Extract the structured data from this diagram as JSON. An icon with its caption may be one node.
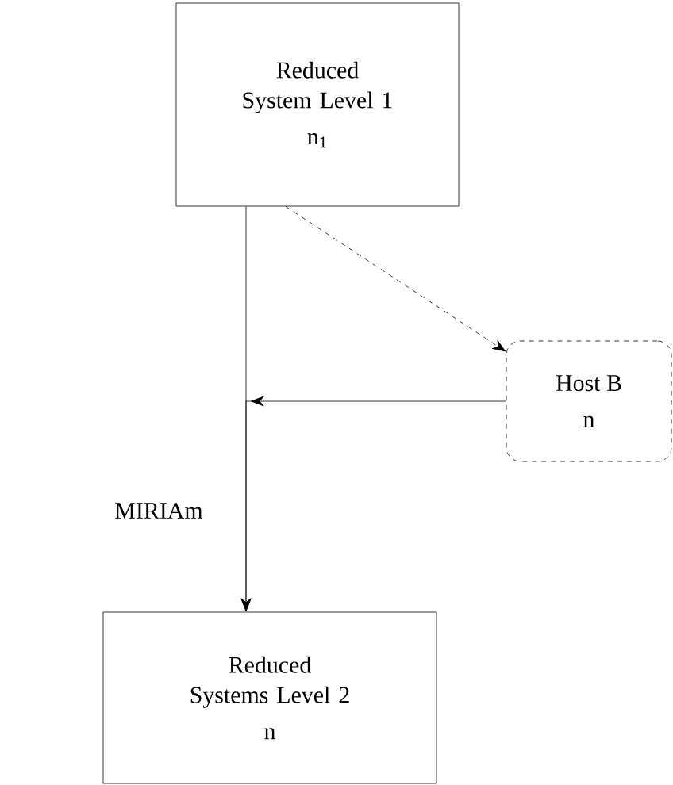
{
  "diagram": {
    "nodes": [
      {
        "text": [
          "Reduced System Level 1",
          "n$_{1}$"
        ]
      },
      {
        "text": [
          "Host B",
          "n"
        ]
      },
      {
        "text": [
          "Reduced Systems Level 2",
          "n"
        ]
      }
    ],
    "edges": [
      {
        "from": 0,
        "to": 2,
        "arrow": "to"
      },
      {
        "from": 0,
        "to": 1,
        "arrow": "to",
        "style": "dashed"
      },
      {
        "from": 1,
        "to": 2,
        "arrow": "to"
      }
    ],
    "labels": [
      "MIRIAm"
    ]
  }
}
